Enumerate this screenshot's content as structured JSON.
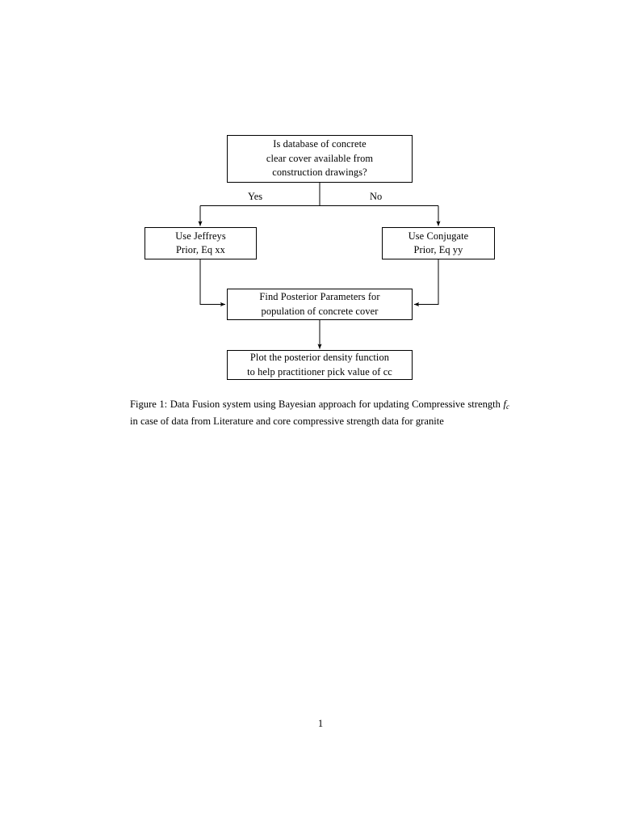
{
  "document": {
    "page_number": "1",
    "background_color": "#ffffff",
    "text_color": "#000000"
  },
  "figure": {
    "label": "Figure 1:",
    "caption_text": "Data Fusion system using Bayesian approach for updating Compressive strength",
    "caption_math_symbol": "f",
    "caption_math_subscript": "c",
    "caption_text_tail": "in case of data from Literature and core compressive strength data for granite",
    "full_caption": "Figure 1: Data Fusion system using Bayesian approach for updating Compressive strength f_c in case of data from Literature and core compressive strength data for granite"
  },
  "flowchart": {
    "type": "flowchart",
    "line_color": "#000000",
    "node_fill": "#ffffff",
    "nodes": [
      {
        "id": "question",
        "shape": "rectangle",
        "lines": [
          "Is database of concrete",
          "clear cover available from",
          "construction drawings?"
        ]
      },
      {
        "id": "jeffreys",
        "shape": "rectangle",
        "lines": [
          "Use Jeffreys",
          "Prior, Eq xx"
        ]
      },
      {
        "id": "conjugate",
        "shape": "rectangle",
        "lines": [
          "Use Conjugate",
          "Prior, Eq yy"
        ]
      },
      {
        "id": "posterior",
        "shape": "rectangle",
        "lines": [
          "Find Posterior Parameters for",
          "population of concrete cover"
        ]
      },
      {
        "id": "plot",
        "shape": "rectangle",
        "lines": [
          "Plot the posterior density function",
          "to help practitioner pick value of cc"
        ]
      }
    ],
    "edges": [
      {
        "id": "yes",
        "from": "question",
        "to": "jeffreys",
        "label": "Yes"
      },
      {
        "id": "no",
        "from": "question",
        "to": "conjugate",
        "label": "No"
      },
      {
        "id": "jeffreys-posterior",
        "from": "jeffreys",
        "to": "posterior",
        "label": ""
      },
      {
        "id": "conjugate-posterior",
        "from": "conjugate",
        "to": "posterior",
        "label": ""
      },
      {
        "id": "posterior-plot",
        "from": "posterior",
        "to": "plot",
        "label": ""
      }
    ]
  }
}
